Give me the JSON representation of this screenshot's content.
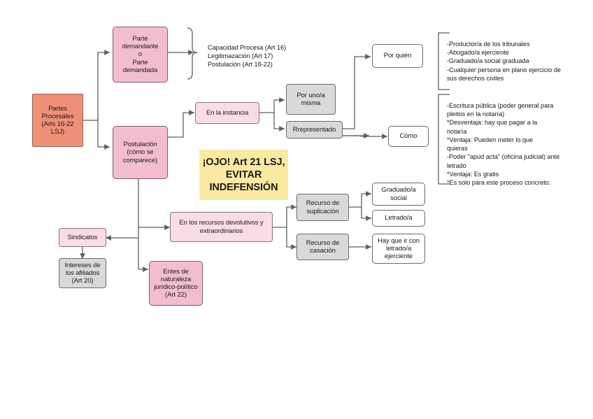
{
  "diagram": {
    "title": "Partes Procesales (Arts 16-22 LSJ) - mapa conceptual",
    "colors": {
      "root_fill": "#f08f78",
      "pink_fill": "#f3bdd1",
      "pink_light_fill": "#f9dde4",
      "gray_fill": "#d9d9d9",
      "white_fill": "#ffffff",
      "note_fill": "#fae9a0",
      "stroke": "#6b6b6b",
      "text": "#1a1a1a"
    },
    "nodes": {
      "root": "Partes\nProcesales\n(Arts 16-22\nLSJ)",
      "parte_demandante": "Parte\ndemandante\no\nParte\ndemandada",
      "postulacion": "Postulación\n(cómo se\ncomparece)",
      "en_la_instancia": "En la instancia",
      "por_uno_a_misma": "Por uno/a\nmisma",
      "rrepresentado": "Rrepresentado",
      "por_quien": "Por quién",
      "como": "Cómo",
      "recursos_devolutivos": "En los recursos devolutivos y\nextraordinarios",
      "recurso_suplicacion": "Recurso de\nsuplicación",
      "recurso_casacion": "Recurso de\ncasación",
      "graduado_social": "Graduado/a\nsocial",
      "letrado": "Letrado/a",
      "hay_que_ir": "Hay que ir con\nletrado/a\nejerciente",
      "sindicatos": "Sindicatos",
      "intereses_afiliados": "Intereses de\nlos afiliados\n(Art 20)",
      "entes_naturaleza": "Entes de\nnaturaleza\njurídico-político\n(Art 22)",
      "note": "¡OJO! Art 21 LSJ,\nEVITAR\nINDEFENSIÓN"
    },
    "text_blocks": {
      "capacidad_list": "Capacidad Procesa (Art 16)\nLegitimazación (Art 17)\nPostulación (Art 18-22)",
      "por_quien_list": "-Productor/a de los tribunales\n-Abogado/a ejerciente\n-Graduado/a social graduada\n-Cualquier persona en plano ejercicio de\nsus derechos civiles",
      "como_list": "-Escritura pública (poder general para\npleitos en la notaría)\n      *Desventaja: hay que pagar a la\n      notaría\n      *Ventaja: Pueden meter lo que\n      quieras\n-Poder \"apud acta\"  (oficina judicial) ante\nletrado\n      *Ventaja: Es gratis\n      *Es solo para este proceso concreto."
    }
  }
}
